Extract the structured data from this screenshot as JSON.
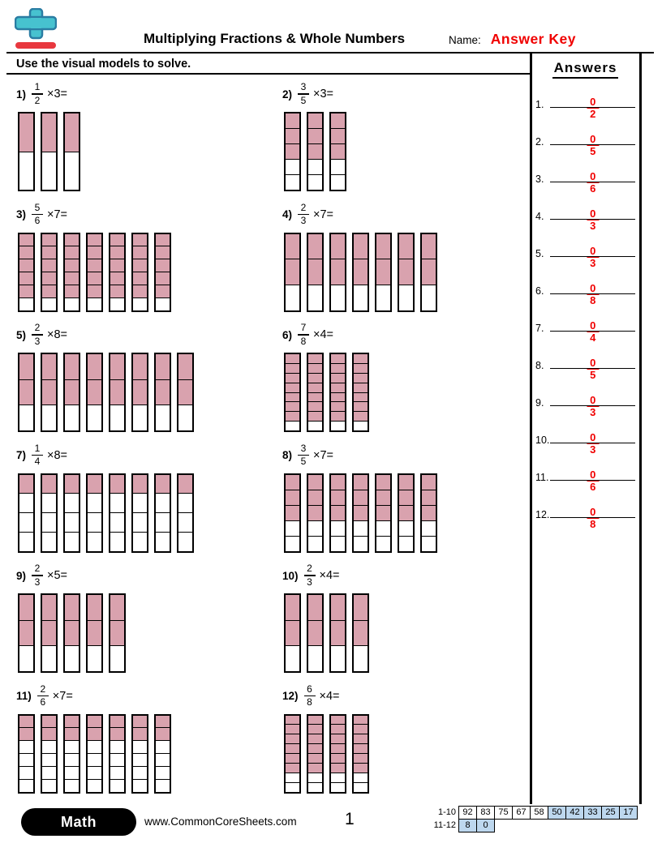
{
  "header": {
    "title": "Multiplying Fractions & Whole Numbers",
    "name_label": "Name:",
    "answer_key": "Answer Key",
    "instruction": "Use the visual models to solve."
  },
  "problems": [
    {
      "label": "1)",
      "numerator": "1",
      "denominator": "2",
      "multiplier": "×3=",
      "bars": 3,
      "segments": 2,
      "shaded": 1
    },
    {
      "label": "2)",
      "numerator": "3",
      "denominator": "5",
      "multiplier": "×3=",
      "bars": 3,
      "segments": 5,
      "shaded": 3
    },
    {
      "label": "3)",
      "numerator": "5",
      "denominator": "6",
      "multiplier": "×7=",
      "bars": 7,
      "segments": 6,
      "shaded": 5
    },
    {
      "label": "4)",
      "numerator": "2",
      "denominator": "3",
      "multiplier": "×7=",
      "bars": 7,
      "segments": 3,
      "shaded": 2
    },
    {
      "label": "5)",
      "numerator": "2",
      "denominator": "3",
      "multiplier": "×8=",
      "bars": 8,
      "segments": 3,
      "shaded": 2
    },
    {
      "label": "6)",
      "numerator": "7",
      "denominator": "8",
      "multiplier": "×4=",
      "bars": 4,
      "segments": 8,
      "shaded": 7
    },
    {
      "label": "7)",
      "numerator": "1",
      "denominator": "4",
      "multiplier": "×8=",
      "bars": 8,
      "segments": 4,
      "shaded": 1
    },
    {
      "label": "8)",
      "numerator": "3",
      "denominator": "5",
      "multiplier": "×7=",
      "bars": 7,
      "segments": 5,
      "shaded": 3
    },
    {
      "label": "9)",
      "numerator": "2",
      "denominator": "3",
      "multiplier": "×5=",
      "bars": 5,
      "segments": 3,
      "shaded": 2
    },
    {
      "label": "10)",
      "numerator": "2",
      "denominator": "3",
      "multiplier": "×4=",
      "bars": 4,
      "segments": 3,
      "shaded": 2
    },
    {
      "label": "11)",
      "numerator": "2",
      "denominator": "6",
      "multiplier": "×7=",
      "bars": 7,
      "segments": 6,
      "shaded": 2
    },
    {
      "label": "12)",
      "numerator": "6",
      "denominator": "8",
      "multiplier": "×4=",
      "bars": 4,
      "segments": 8,
      "shaded": 6
    }
  ],
  "answers": {
    "title": "Answers",
    "items": [
      {
        "label": "1.",
        "numerator": "0",
        "denominator": "2"
      },
      {
        "label": "2.",
        "numerator": "0",
        "denominator": "5"
      },
      {
        "label": "3.",
        "numerator": "0",
        "denominator": "6"
      },
      {
        "label": "4.",
        "numerator": "0",
        "denominator": "3"
      },
      {
        "label": "5.",
        "numerator": "0",
        "denominator": "3"
      },
      {
        "label": "6.",
        "numerator": "0",
        "denominator": "8"
      },
      {
        "label": "7.",
        "numerator": "0",
        "denominator": "4"
      },
      {
        "label": "8.",
        "numerator": "0",
        "denominator": "5"
      },
      {
        "label": "9.",
        "numerator": "0",
        "denominator": "3"
      },
      {
        "label": "10.",
        "numerator": "0",
        "denominator": "3"
      },
      {
        "label": "11.",
        "numerator": "0",
        "denominator": "6"
      },
      {
        "label": "12.",
        "numerator": "0",
        "denominator": "8"
      }
    ]
  },
  "footer": {
    "subject": "Math",
    "website": "www.CommonCoreSheets.com",
    "page": "1",
    "grade_table": {
      "rows": [
        {
          "label": "1-10",
          "cells": [
            {
              "value": "92",
              "hl": false
            },
            {
              "value": "83",
              "hl": false
            },
            {
              "value": "75",
              "hl": false
            },
            {
              "value": "67",
              "hl": false
            },
            {
              "value": "58",
              "hl": false
            },
            {
              "value": "50",
              "hl": true
            },
            {
              "value": "42",
              "hl": true
            },
            {
              "value": "33",
              "hl": true
            },
            {
              "value": "25",
              "hl": true
            },
            {
              "value": "17",
              "hl": true
            }
          ]
        },
        {
          "label": "11-12",
          "cells": [
            {
              "value": "8",
              "hl": true
            },
            {
              "value": "0",
              "hl": true
            }
          ]
        }
      ]
    }
  },
  "colors": {
    "shaded": "#d9a2ae",
    "answer_red": "#f00000",
    "highlight": "#bdd7ee",
    "logo_teal": "#47c2cf",
    "logo_outline": "#2a7da3",
    "logo_red": "#e8383f"
  }
}
